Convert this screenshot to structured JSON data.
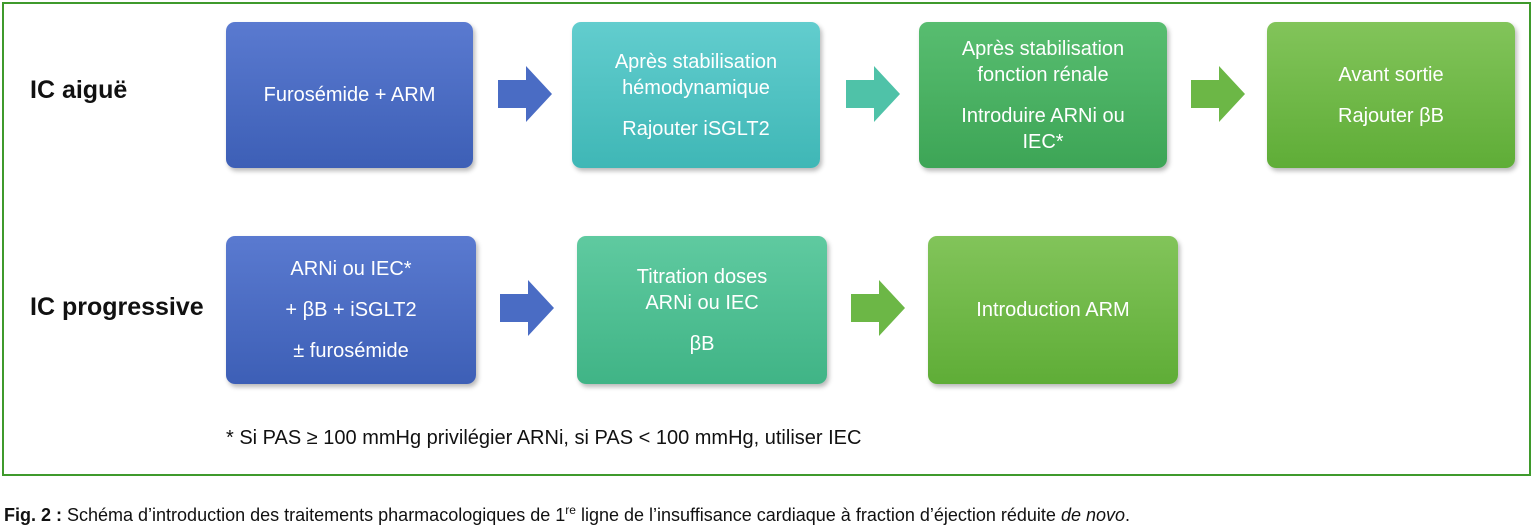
{
  "rows": [
    {
      "label": "IC aiguë",
      "boxes": [
        {
          "lines": [
            "Furosémide + ARM"
          ],
          "color": "#4a6cc4"
        },
        {
          "lines": [
            "Après stabilisation",
            "hémodynamique",
            "Rajouter iSGLT2"
          ],
          "color": "#4fc2c2"
        },
        {
          "lines": [
            "Après stabilisation",
            "fonction rénale",
            "Introduire ARNi ou",
            "IEC*"
          ],
          "color": "#4bb264"
        },
        {
          "lines": [
            "Avant sortie",
            "Rajouter βB"
          ],
          "color": "#70b84a"
        }
      ]
    },
    {
      "label": "IC progressive",
      "boxes": [
        {
          "lines": [
            "ARNi ou IEC*",
            "+ βB + iSGLT2",
            "± furosémide"
          ],
          "color": "#4a6cc4"
        },
        {
          "lines": [
            "Titration doses",
            "ARNi ou IEC",
            "βB"
          ],
          "color": "#4bb88a"
        },
        {
          "lines": [
            "Introduction ARM"
          ],
          "color": "#70b84a"
        }
      ]
    }
  ],
  "footnote": "* Si PAS ≥ 100 mmHg privilégier ARNi, si PAS < 100 mmHg, utiliser IEC",
  "caption": {
    "fig": "Fig. 2 :",
    "text_before": " Schéma d’introduction des traitements pharmacologiques de 1",
    "superscript": "re",
    "text_after": " ligne de l’insuffisance cardiaque à fraction d’éjection réduite ",
    "italic": "de novo",
    "end": "."
  },
  "colors": {
    "border": "#3f9a2c",
    "arrow_blue": "#4a6cc4",
    "arrow_teal": "#4fc2a8",
    "arrow_green": "#6cb746"
  }
}
